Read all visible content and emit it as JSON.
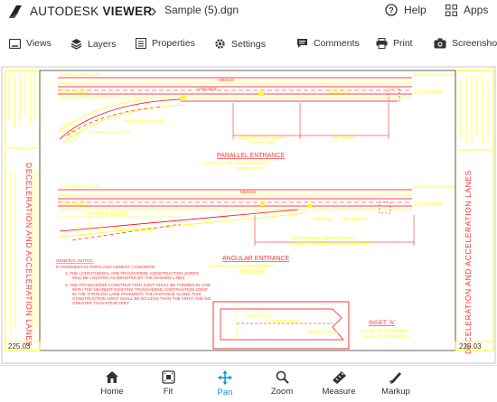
{
  "header": {
    "brand_light": "AUTODESK",
    "brand_bold": "VIEWER",
    "file_name": "Sample (5).dgn",
    "help_label": "Help",
    "apps_label": "Apps"
  },
  "toolbar": {
    "views": "Views",
    "layers": "Layers",
    "properties": "Properties",
    "settings": "Settings",
    "comments": "Comments",
    "print": "Print",
    "screenshot": "Screenshot"
  },
  "drawing": {
    "side_title_left": "DECELERATION AND ACCELERATION LANES",
    "side_title_right": "DECELERATION AND ACCELERATION LANES",
    "sheet_number_left": "225.03",
    "sheet_number_right": "225.03",
    "parallel_title": "PARALLEL ENTRANCE",
    "parallel_sub1": "FLEXIBLE OR RIGID PAVEMENT",
    "parallel_sub2": "INTERSTATE",
    "angular_title": "ANGULAR ENTRANCE",
    "angular_sub1": "FLEXIBLE OR RIGID PAVEMENT",
    "angular_sub2": "INTERSTATE",
    "median_label": "MEDIAN",
    "see_inset": "SEE INSET 'A'",
    "accel_length": "ACCELERATION LENGTH",
    "see_plans": "(SEE PLANS)",
    "taper_300": "300' TAPER",
    "min_taper": "1200' MINIMUM UNIFORM TAPER",
    "unless_otherwise": "UNLESS OTHERWISE SHOWN ON PLANS",
    "pavement_24": "24' PAVEMENT",
    "paved_shoulder_4": "4' PAVED SHOULDER",
    "paved_shoulder_6": "6' PAVED SHOULDER",
    "ramp_survey": "RAMP SURVEY LINE",
    "variable": "VARIABLE",
    "inset_title": "INSET 'A'",
    "inset_sub1": "DETAIL OF CONCRETE",
    "inset_sub2": "TAPER CONSTRUCTION",
    "first_pour": "FIRST POUR",
    "constr_joint": "CONSTR. JOINT",
    "second_pour": "SECOND POUR",
    "general_notes": "GENERAL NOTES:",
    "note_if": "IF PAVEMENT IS PORTLAND CEMENT CONCRETE:",
    "note1_a": "1. THE LONGITUDINAL AND TRANSVERSE CONSTRUCTION JOINTS",
    "note1_b": "WILL BE LOCATED AS DENOTED BY THE DASHED LINES.",
    "note2_a": "2. THE TRANSVERSE CONSTRUCTION JOINT SHALL BE FORMED IN LINE",
    "note2_b": "WITH THE NEAREST EXISTING TRANSVERSE CONTRACTION JOINT",
    "note2_c": "IN THE THROUGH LANE PAVEMENT. THE DISTANCE ALONG THIS",
    "note2_d": "CONSTRUCTION JOINT SHALL BE NO LESS THAN THE FIRST AND NO",
    "note2_e": "GREATER THAN FOUR FEET."
  },
  "bottom_nav": {
    "home": "Home",
    "fit": "Fit",
    "pan": "Pan",
    "zoom": "Zoom",
    "measure": "Measure",
    "markup": "Markup"
  },
  "colors": {
    "accent": "#0696d7",
    "cad_red": "#ff0000",
    "cad_yellow": "#ffff00",
    "border_gray": "#c8c8c8"
  },
  "icons": {
    "logo": "autodesk-logo-icon",
    "help": "help-circle-icon",
    "apps": "apps-grid-icon",
    "views": "views-icon",
    "layers": "layers-icon",
    "properties": "properties-icon",
    "settings": "gear-icon",
    "comments": "comment-icon",
    "print": "printer-icon",
    "screenshot": "camera-icon",
    "home": "home-icon",
    "fit": "fit-icon",
    "pan": "pan-arrows-icon",
    "zoom": "magnifier-icon",
    "measure": "ruler-icon",
    "markup": "pen-icon"
  }
}
